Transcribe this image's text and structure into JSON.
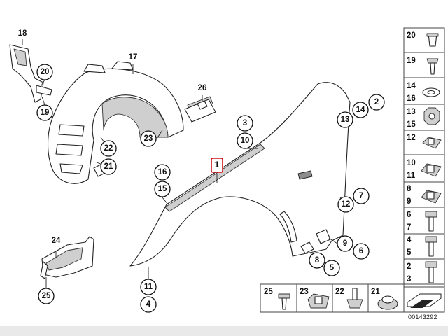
{
  "diagram": {
    "catalog_number": "00143292",
    "highlighted_callout": "1",
    "callouts": {
      "c18": "18",
      "c20": "20",
      "c19": "19",
      "c17": "17",
      "c26": "26",
      "c23": "23",
      "c22": "22",
      "c21": "21",
      "c3": "3",
      "c10": "10",
      "c1": "1",
      "c2": "2",
      "c14": "14",
      "c13": "13",
      "c16": "16",
      "c15": "15",
      "c7": "7",
      "c12": "12",
      "c9": "9",
      "c6": "6",
      "c8": "8",
      "c5": "5",
      "c11": "11",
      "c4": "4",
      "c24": "24",
      "c25": "25"
    },
    "side_panel": [
      {
        "labels": [
          "20"
        ]
      },
      {
        "labels": [
          "19"
        ]
      },
      {
        "labels": [
          "14",
          "16"
        ]
      },
      {
        "labels": [
          "13",
          "15"
        ]
      },
      {
        "labels": [
          "12"
        ]
      },
      {
        "labels": [
          "10",
          "11"
        ]
      },
      {
        "labels": [
          "8",
          "9"
        ]
      },
      {
        "labels": [
          "6",
          "7"
        ]
      },
      {
        "labels": [
          "4",
          "5"
        ]
      },
      {
        "labels": [
          "2",
          "3"
        ]
      }
    ],
    "bottom_panel": [
      {
        "label": "25"
      },
      {
        "label": "23"
      },
      {
        "label": "22"
      },
      {
        "label": "21"
      }
    ]
  }
}
